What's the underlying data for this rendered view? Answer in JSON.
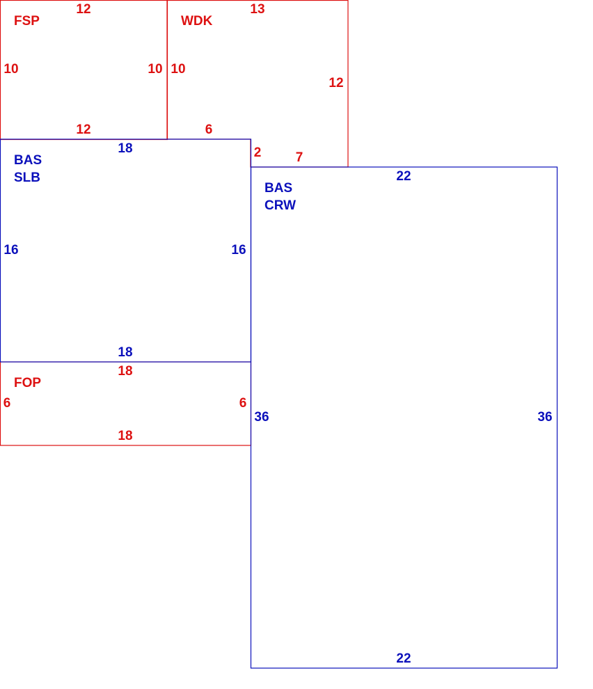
{
  "colors": {
    "red": "#dd1111",
    "blue": "#0b10bb"
  },
  "areas": {
    "fsp": {
      "label": "FSP",
      "color": "red"
    },
    "wdk": {
      "label": "WDK",
      "color": "red"
    },
    "bas_slb": {
      "label_line1": "BAS",
      "label_line2": "SLB",
      "color": "blue"
    },
    "bas_crw": {
      "label_line1": "BAS",
      "label_line2": "CRW",
      "color": "blue"
    },
    "fop": {
      "label": "FOP",
      "color": "red"
    }
  },
  "dimensions": {
    "fsp_top": "12",
    "fsp_left": "10",
    "fsp_right": "10",
    "fsp_bottom": "12",
    "wdk_top": "13",
    "wdk_left": "10",
    "wdk_right": "12",
    "wdk_bottom": "6",
    "wdk_step": "2",
    "wdk_bottom_right": "7",
    "slb_top": "18",
    "slb_left": "16",
    "slb_right": "16",
    "slb_bottom": "18",
    "fop_top": "18",
    "fop_left": "6",
    "fop_right": "6",
    "fop_bottom": "18",
    "crw_top": "22",
    "crw_left": "36",
    "crw_right": "36",
    "crw_bottom": "22"
  }
}
